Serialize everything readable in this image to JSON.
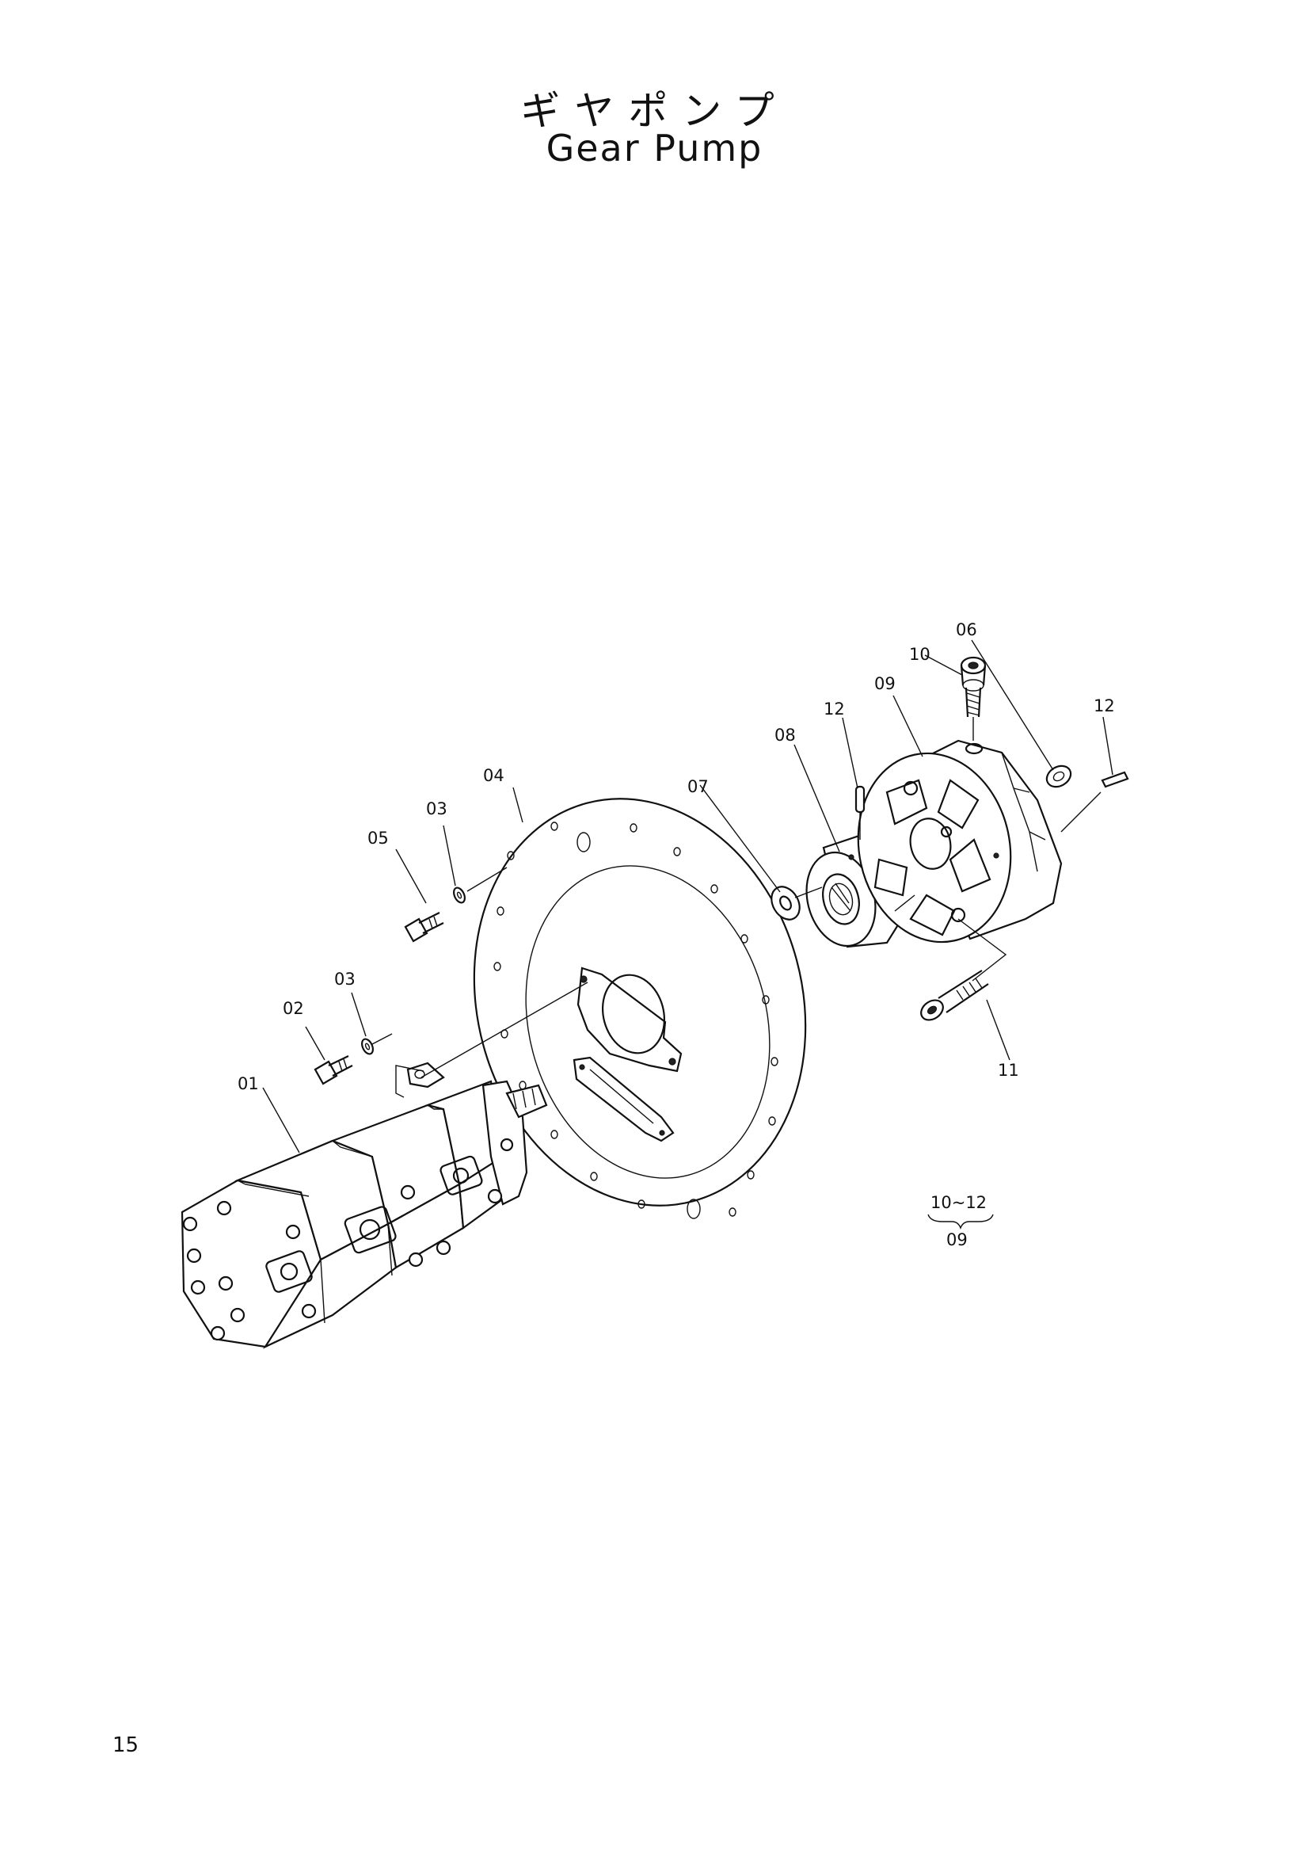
{
  "header": {
    "title_jp": "ギヤポンプ",
    "title_en": "Gear Pump"
  },
  "footer": {
    "page_number": "15"
  },
  "callouts": {
    "c01": "01",
    "c02": "02",
    "c03a": "03",
    "c03b": "03",
    "c04": "04",
    "c05": "05",
    "c06": "06",
    "c07": "07",
    "c08": "08",
    "c09": "09",
    "c10": "10",
    "c11": "11",
    "c12a": "12",
    "c12b": "12"
  },
  "note": {
    "range": "10~12",
    "parent": "09"
  }
}
